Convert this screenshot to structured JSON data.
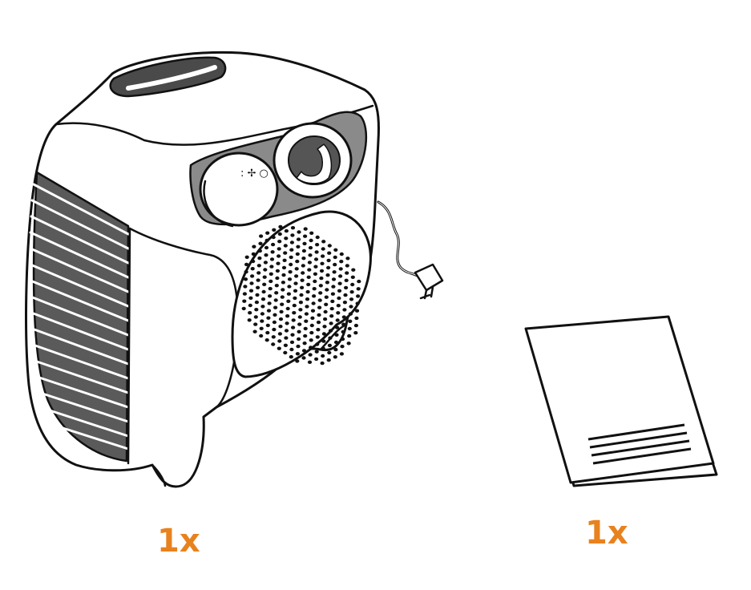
{
  "items": [
    {
      "id": "heater",
      "name": "fan-heater",
      "quantity_label": "1x"
    },
    {
      "id": "manual",
      "name": "instruction-manual",
      "quantity_label": "1x"
    }
  ],
  "colors": {
    "accent": "#E8821E",
    "line": "#111111",
    "fill": "#ffffff",
    "shade": "#555555",
    "shade_light": "#8a8a8a"
  },
  "icons": [
    "fan-heater-illustration",
    "manual-illustration",
    "power-plug-icon"
  ]
}
